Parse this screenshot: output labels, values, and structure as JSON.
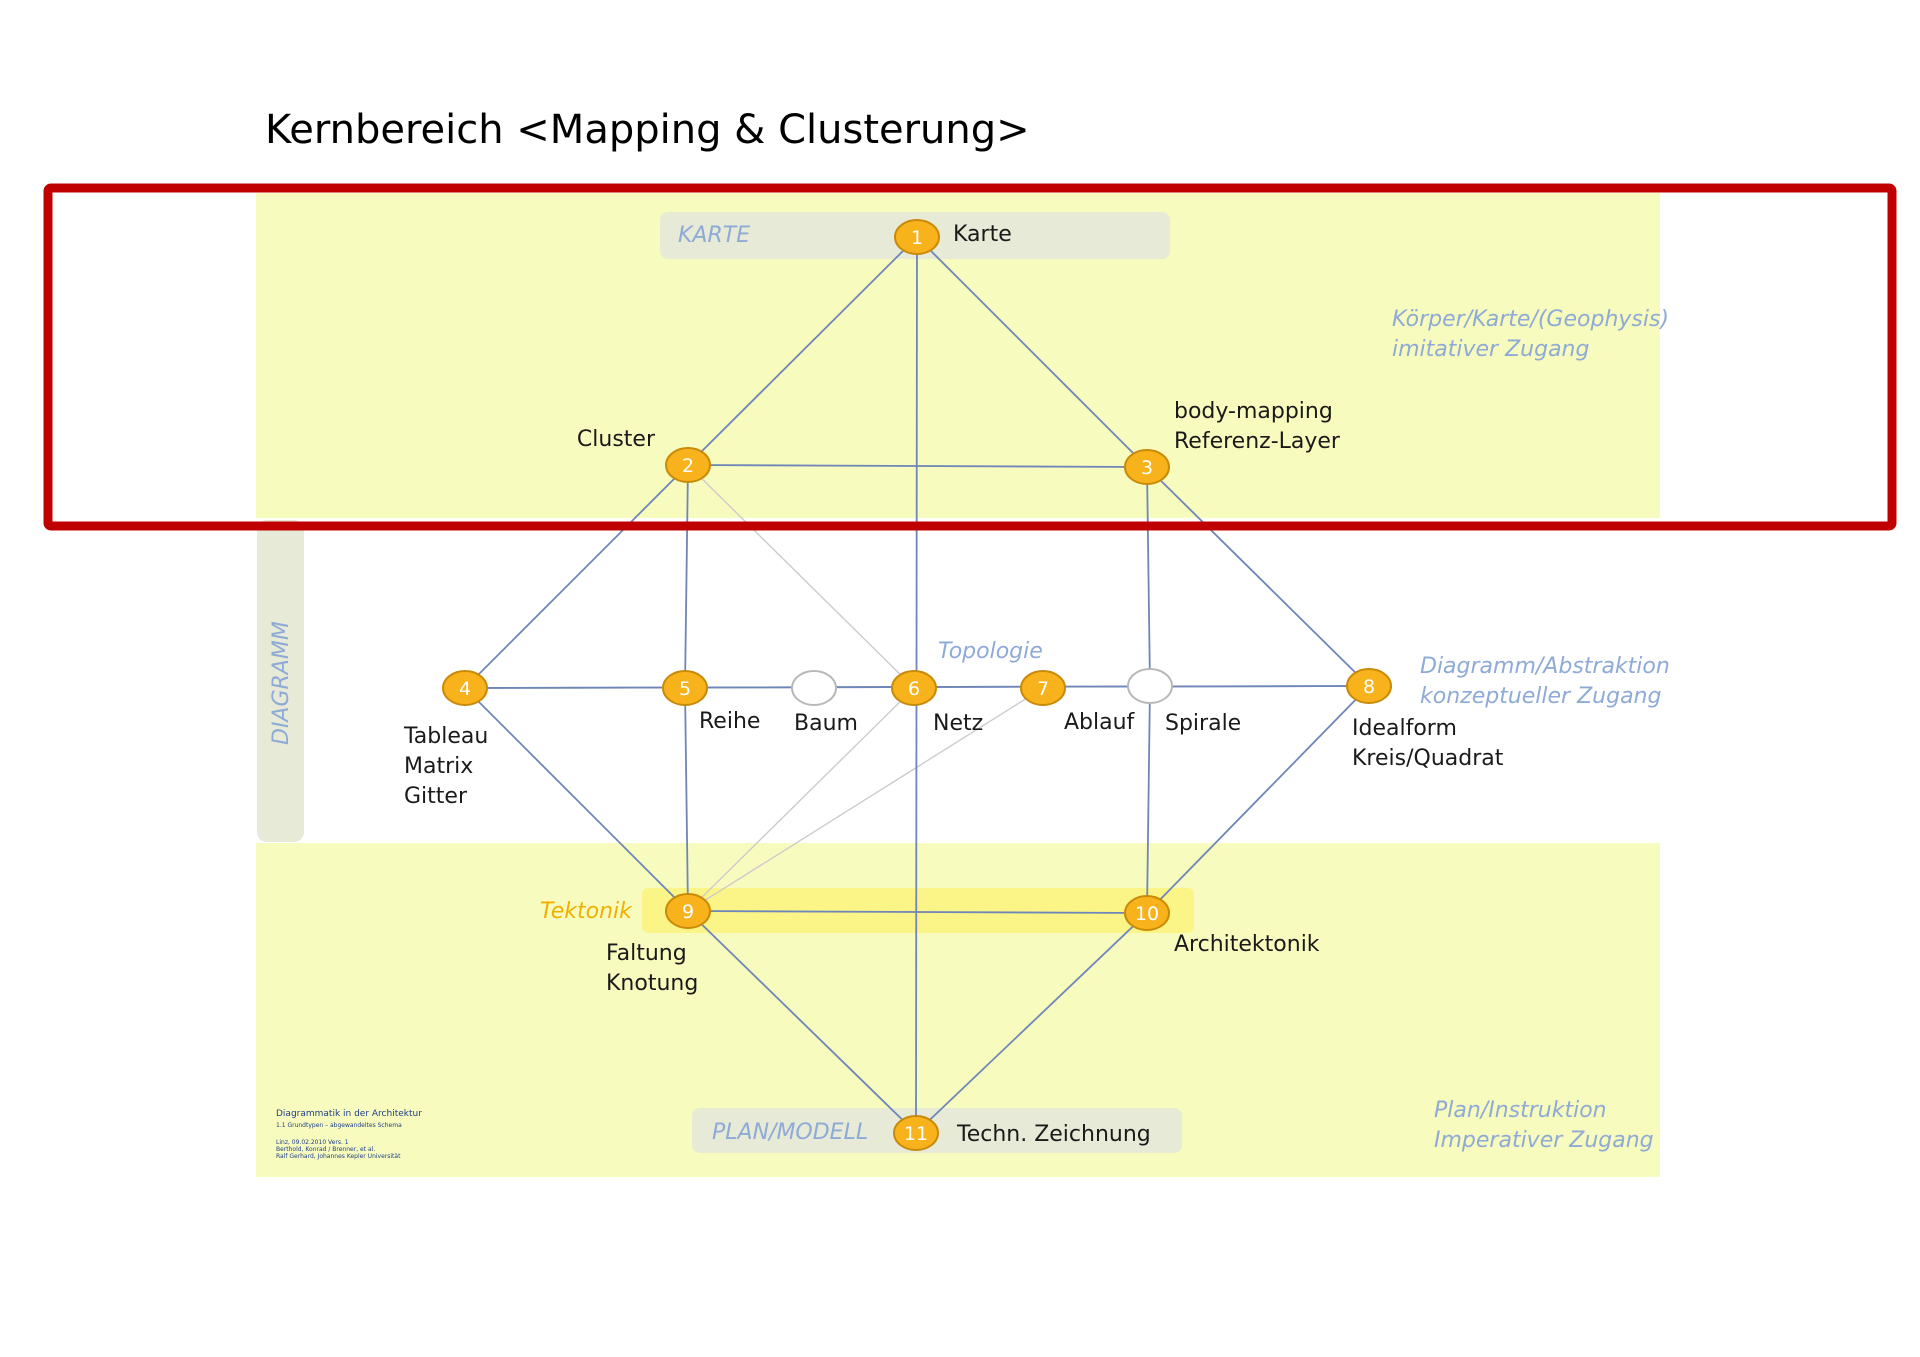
{
  "title": "Kernbereich <Mapping & Clusterung>",
  "colors": {
    "zone_yellow": "#f7fbbd",
    "band_grey": "#e6ead7",
    "tektonik_band": "#fbf587",
    "node_fill": "#f8b21c",
    "node_stroke": "#c98a07",
    "edge": "#6e86b8",
    "edge_light": "#cccccc",
    "accent_blue": "#8eaad6",
    "accent_orange": "#f0b000",
    "highlight_frame": "#c00000"
  },
  "bands": {
    "karte": "KARTE",
    "plan_modell": "PLAN/MODELL",
    "diagramm": "DIAGRAMM",
    "tektonik": "Tektonik",
    "topologie": "Topologie"
  },
  "side_labels": {
    "top": [
      "Körper/Karte/(Geophysis)",
      "imitativer Zugang"
    ],
    "middle": [
      "Diagramm/Abstraktion",
      "konzeptueller Zugang"
    ],
    "bottom": [
      "Plan/Instruktion",
      "Imperativer Zugang"
    ]
  },
  "nodes": [
    {
      "id": "1",
      "label": "1",
      "lines": [
        "Karte"
      ]
    },
    {
      "id": "2",
      "label": "2",
      "lines": [
        "Cluster"
      ]
    },
    {
      "id": "3",
      "label": "3",
      "lines": [
        "body-mapping",
        "Referenz-Layer"
      ]
    },
    {
      "id": "4",
      "label": "4",
      "lines": [
        "Tableau",
        "Matrix",
        "Gitter"
      ]
    },
    {
      "id": "5",
      "label": "5",
      "lines": [
        "Reihe"
      ]
    },
    {
      "id": "baum",
      "label": "",
      "lines": [
        "Baum"
      ]
    },
    {
      "id": "6",
      "label": "6",
      "lines": [
        "Netz"
      ]
    },
    {
      "id": "7",
      "label": "7",
      "lines": [
        "Ablauf"
      ]
    },
    {
      "id": "spirale",
      "label": "",
      "lines": [
        "Spirale"
      ]
    },
    {
      "id": "8",
      "label": "8",
      "lines": [
        "Idealform",
        "Kreis/Quadrat"
      ]
    },
    {
      "id": "9",
      "label": "9",
      "lines": [
        "Faltung",
        "Knotung"
      ]
    },
    {
      "id": "10",
      "label": "10",
      "lines": [
        "Architektonik"
      ]
    },
    {
      "id": "11",
      "label": "11",
      "lines": [
        "Techn. Zeichnung"
      ]
    }
  ],
  "edges": [
    [
      "1",
      "2"
    ],
    [
      "1",
      "3"
    ],
    [
      "1",
      "11"
    ],
    [
      "2",
      "3"
    ],
    [
      "2",
      "4"
    ],
    [
      "2",
      "5"
    ],
    [
      "3",
      "spirale"
    ],
    [
      "3",
      "8"
    ],
    [
      "4",
      "8"
    ],
    [
      "4",
      "9"
    ],
    [
      "5",
      "9"
    ],
    [
      "8",
      "10"
    ],
    [
      "9",
      "10"
    ],
    [
      "9",
      "11"
    ],
    [
      "10",
      "11"
    ],
    [
      "spirale",
      "10"
    ]
  ],
  "light_edges": [
    [
      "2",
      "6"
    ],
    [
      "9",
      "6"
    ],
    [
      "9",
      "7"
    ]
  ],
  "credit": {
    "line1": "Diagrammatik in der Architektur",
    "line2": "1.1 Grundtypen – abgewandeltes Schema",
    "line3": "Linz, 09.02.2010  Vers. 1",
    "line4": "Berthold, Konrad / Brenner, et al.",
    "line5": "Ralf Gerhard, Johannes Kepler Universität"
  }
}
